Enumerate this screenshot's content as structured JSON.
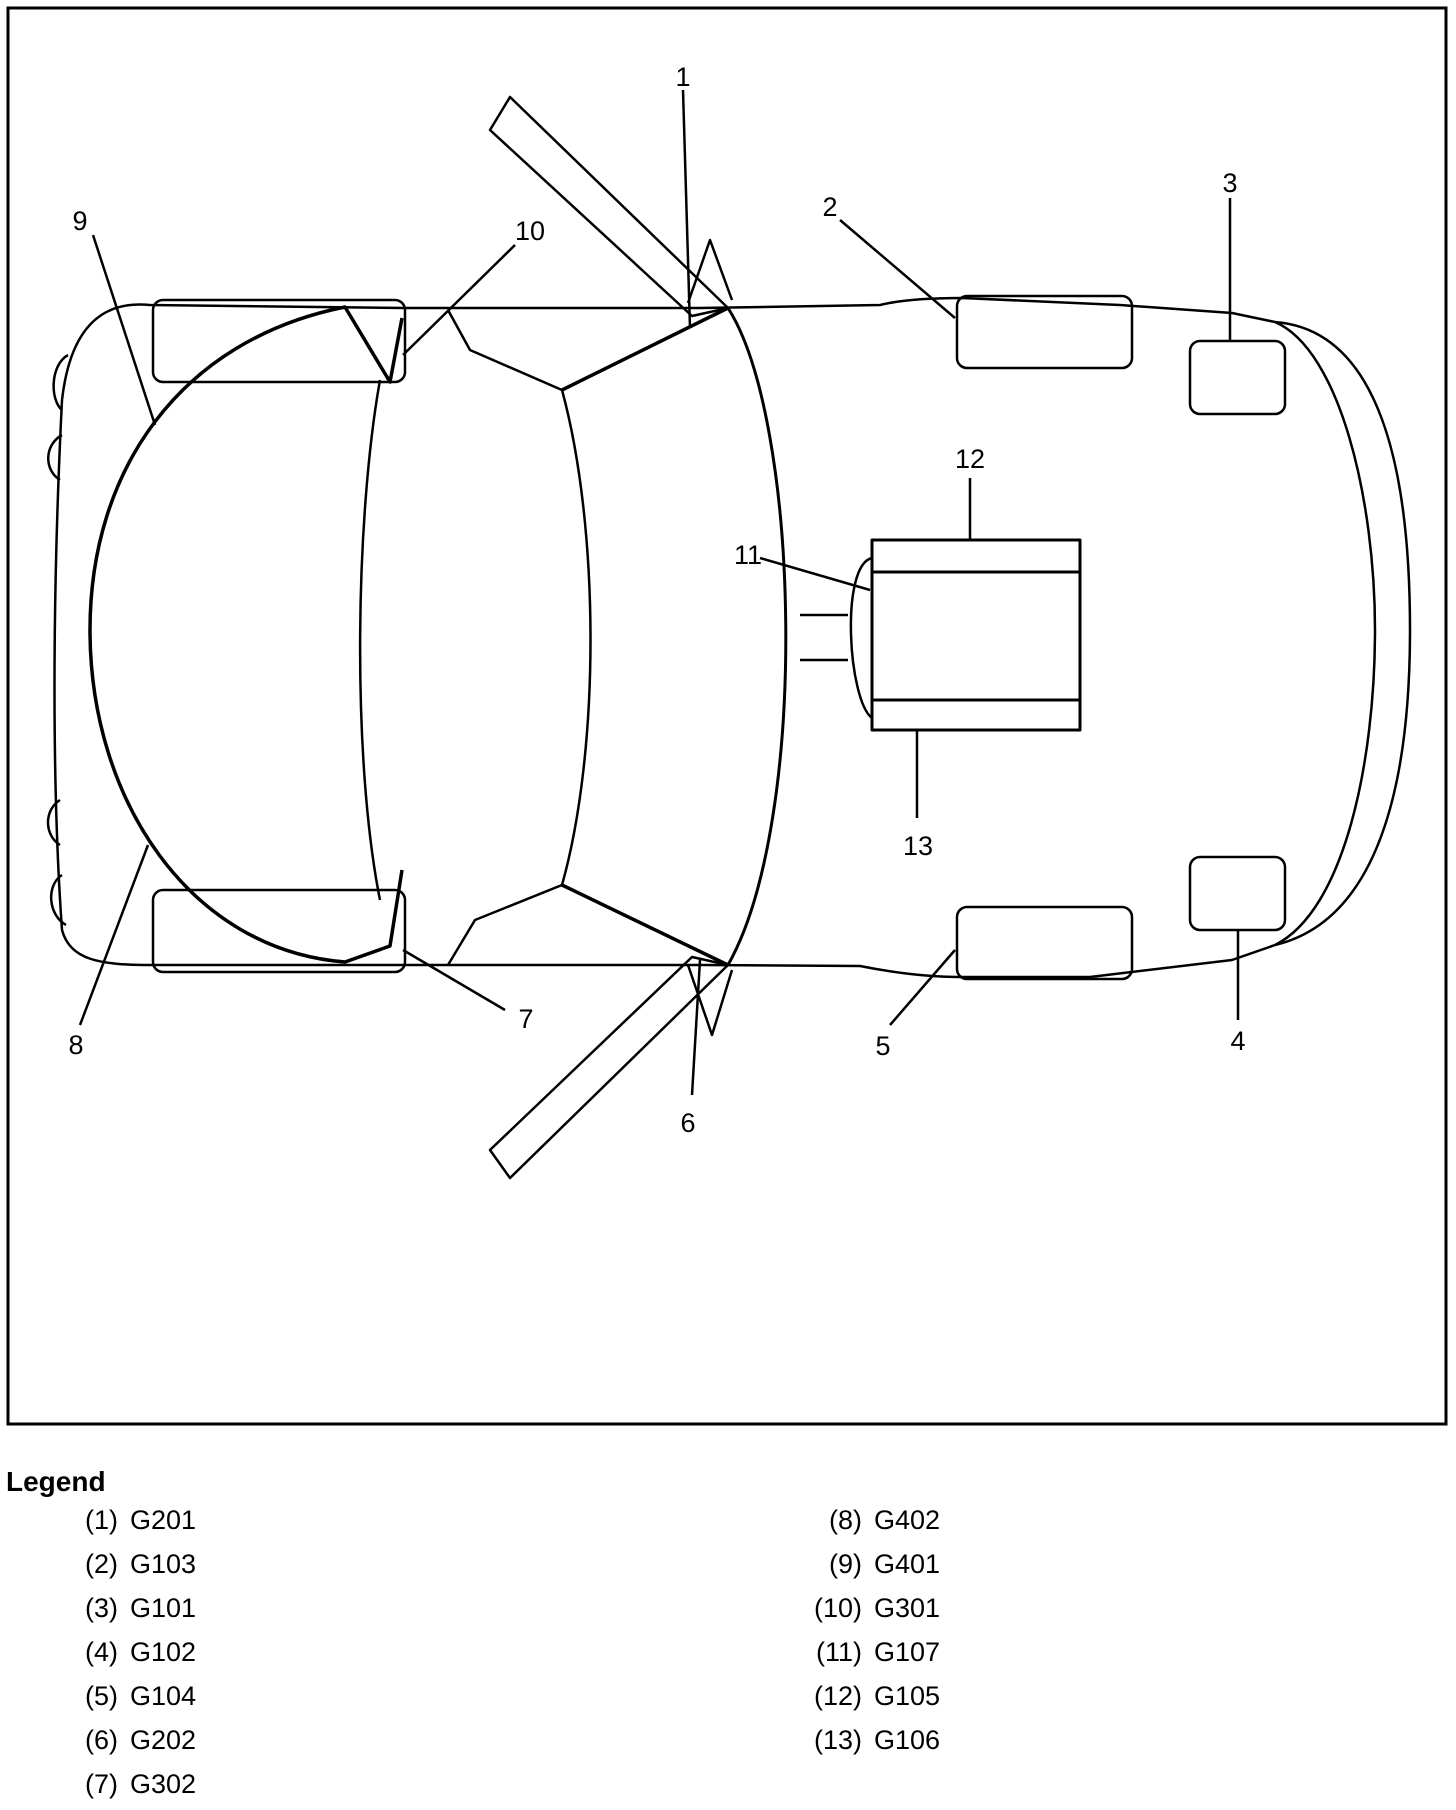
{
  "callouts": [
    "1",
    "2",
    "3",
    "4",
    "5",
    "6",
    "7",
    "8",
    "9",
    "10",
    "11",
    "12",
    "13"
  ],
  "legend": {
    "title": "Legend",
    "left": [
      {
        "num": "(1)",
        "code": "G201"
      },
      {
        "num": "(2)",
        "code": "G103"
      },
      {
        "num": "(3)",
        "code": "G101"
      },
      {
        "num": "(4)",
        "code": "G102"
      },
      {
        "num": "(5)",
        "code": "G104"
      },
      {
        "num": "(6)",
        "code": "G202"
      },
      {
        "num": "(7)",
        "code": "G302"
      }
    ],
    "right": [
      {
        "num": "(8)",
        "code": "G402"
      },
      {
        "num": "(9)",
        "code": "G401"
      },
      {
        "num": "(10)",
        "code": "G301"
      },
      {
        "num": "(11)",
        "code": "G107"
      },
      {
        "num": "(12)",
        "code": "G105"
      },
      {
        "num": "(13)",
        "code": "G106"
      }
    ]
  }
}
